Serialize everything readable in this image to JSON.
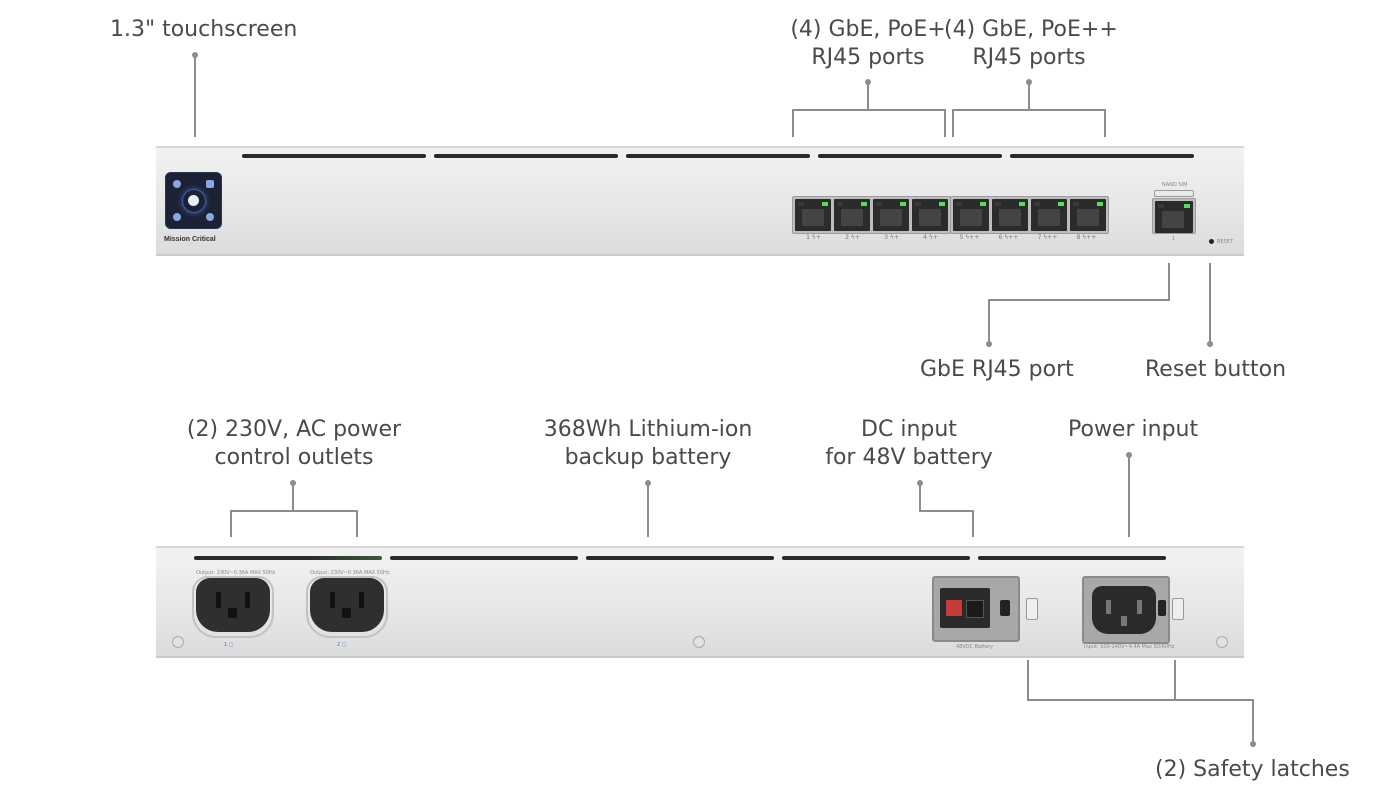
{
  "front": {
    "touchscreen_label": "1.3\" touchscreen",
    "poe_plus_label_1": "(4) GbE, PoE+",
    "poe_plus_label_2": "RJ45 ports",
    "poe_pp_label_1": "(4) GbE, PoE++",
    "poe_pp_label_2": "RJ45 ports",
    "gbe_label": "GbE RJ45 port",
    "reset_label": "Reset button",
    "brand": "Mission Critical",
    "sim_label": "NANO SIM",
    "reset_small": "RESET",
    "port_numbers": [
      "1 ϟ+",
      "2 ϟ+",
      "3 ϟ+",
      "4 ϟ+",
      "5 ϟ++",
      "6 ϟ++",
      "7 ϟ++",
      "8 ϟ++"
    ],
    "wan_port_number": "1"
  },
  "back": {
    "outlets_label_1": "(2) 230V, AC power",
    "outlets_label_2": "control outlets",
    "battery_label_1": "368Wh Lithium-ion",
    "battery_label_2": "backup battery",
    "dc_label_1": "DC input",
    "dc_label_2": "for 48V battery",
    "power_label": "Power input",
    "latches_label": "(2) Safety latches",
    "outlet1_caption": "Output: 230V~0.36A MAX 50Hz",
    "outlet2_caption": "Output: 230V~0.36A MAX 50Hz",
    "outlet1_num": "1",
    "outlet2_num": "2",
    "dc_caption": "48VDC Battery",
    "power_caption": "Input: 100-240V~4.4A Max 50/60Hz"
  }
}
